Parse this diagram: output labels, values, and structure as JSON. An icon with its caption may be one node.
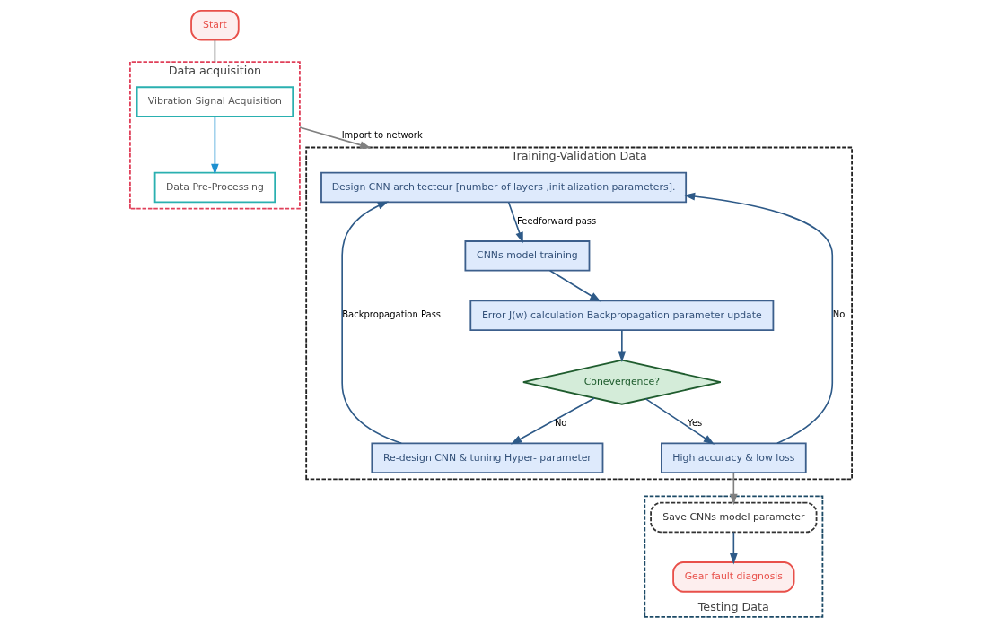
{
  "diagram": {
    "nodes": [
      {
        "text": [
          "Start"
        ]
      },
      {
        "text": [
          "Data acquisition"
        ]
      },
      {
        "text": [
          "Vibration Signal Acquisition"
        ],
        "in": 1
      },
      {
        "text": [
          "Data Pre-Processing"
        ],
        "in": 1
      },
      {
        "text": [
          "Training-Validation Data"
        ]
      },
      {
        "text": [
          "Design CNN architecteur [number of layers ,initialization parameters]."
        ],
        "in": 4
      },
      {
        "text": [
          "CNNs model training"
        ],
        "in": 4
      },
      {
        "text": [
          "Error J(w) calculation Backpropagation parameter update"
        ],
        "in": 4
      },
      {
        "text": [
          "Conevergence?"
        ],
        "in": 4
      },
      {
        "text": [
          "Re-design CNN & tuning Hyper- parameter"
        ],
        "in": 4
      },
      {
        "text": [
          "High accuracy & low loss"
        ],
        "in": 4
      },
      {
        "text": [
          "Testing Data"
        ]
      },
      {
        "text": [
          "Save CNNs model parameter"
        ],
        "in": 11
      },
      {
        "text": [
          "Gear fault diagnosis"
        ],
        "in": 11
      }
    ],
    "edges": [
      {
        "from": 0,
        "to": 1,
        "arrow": "none",
        "color": "#808080"
      },
      {
        "from": 2,
        "to": 3,
        "arrow": "to",
        "color": "#1e90d0"
      },
      {
        "from": 1,
        "to": 4,
        "arrow": "to",
        "label": "Import to network",
        "color": "#808080"
      },
      {
        "from": 5,
        "to": 6,
        "arrow": "to",
        "label": "Feedforward pass"
      },
      {
        "from": 6,
        "to": 7,
        "arrow": "to"
      },
      {
        "from": 7,
        "to": 8,
        "arrow": "to"
      },
      {
        "from": 8,
        "to": 9,
        "arrow": "to",
        "label": "No"
      },
      {
        "from": 9,
        "to": 5,
        "arrow": "to",
        "label": "Backpropagation Pass"
      },
      {
        "from": 8,
        "to": 10,
        "arrow": "to",
        "label": "Yes"
      },
      {
        "from": 10,
        "to": 5,
        "arrow": "to",
        "label": "No"
      },
      {
        "from": 10,
        "to": 12,
        "arrow": "to",
        "color": "#808080"
      },
      {
        "from": 12,
        "to": 13,
        "arrow": "to"
      }
    ]
  }
}
